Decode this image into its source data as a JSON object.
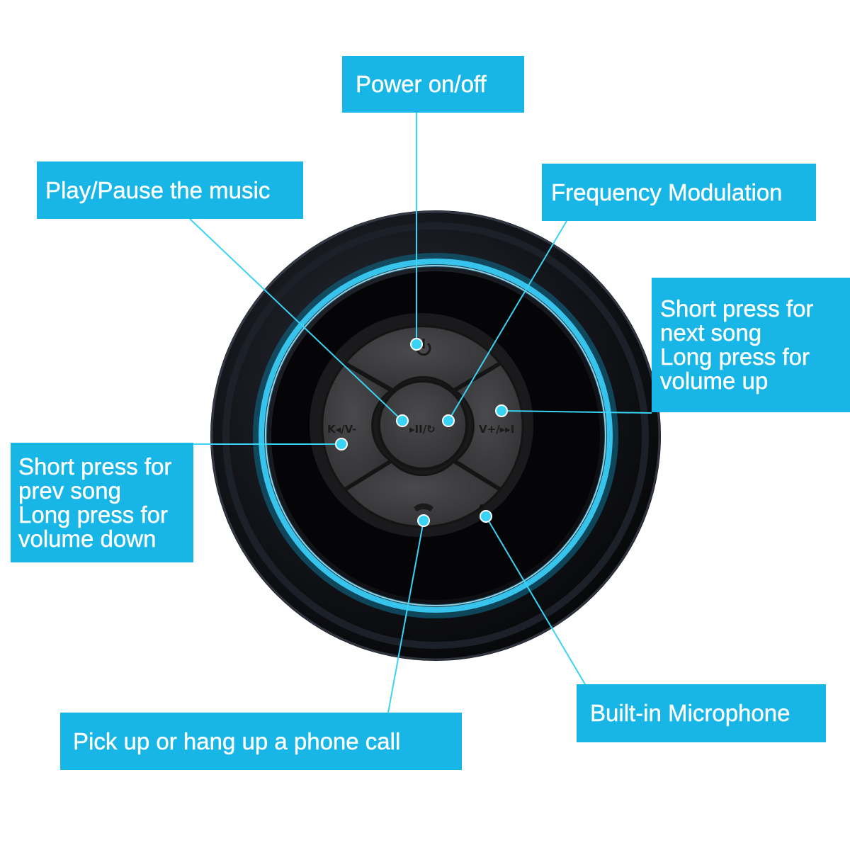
{
  "callouts": {
    "power": "Power on/off",
    "play_pause": "Play/Pause the music",
    "frequency": "Frequency Modulation",
    "next": [
      "Short press for",
      "next song",
      "Long press for",
      "volume up"
    ],
    "prev": [
      "Short press for",
      "prev song",
      "Long press for",
      "volume down"
    ],
    "call": "Pick up or hang up a phone call",
    "microphone": "Built-in Microphone"
  },
  "button_markings": {
    "prev": "K◂/V-",
    "next": "V+/▸▸I",
    "center": "▸II/↻"
  },
  "colors": {
    "callout_bg": "#18b6e6",
    "leader_line": "#39d3f5",
    "ring_glow": "#36c3ec",
    "body": "#0a0a0c",
    "buttons": "#3b3b3d"
  },
  "icons": [
    "power-icon",
    "play-pause-icon",
    "phone-icon",
    "microphone-hole-icon",
    "prev-track-icon",
    "next-track-icon"
  ]
}
